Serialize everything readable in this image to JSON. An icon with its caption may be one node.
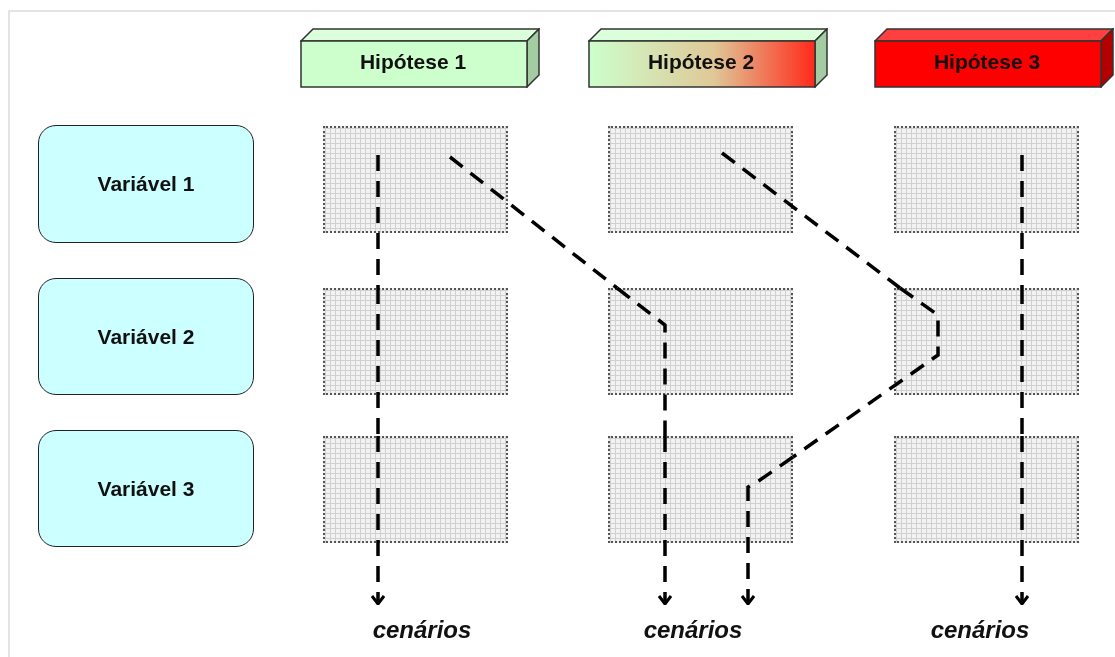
{
  "diagram": {
    "nodes": [
      {
        "text": [
          "Hipótese 1"
        ]
      },
      {
        "text": [
          "Hipótese 2"
        ]
      },
      {
        "text": [
          "Hipótese 3"
        ]
      },
      {
        "text": [
          "Variável 1"
        ]
      },
      {
        "text": [
          "Variável 2"
        ]
      },
      {
        "text": [
          "Variável 3"
        ]
      },
      {
        "text": [],
        "shape": "box"
      },
      {
        "text": [],
        "shape": "box"
      },
      {
        "text": [],
        "shape": "box"
      },
      {
        "text": [],
        "shape": "box"
      },
      {
        "text": [],
        "shape": "box"
      },
      {
        "text": [],
        "shape": "box"
      },
      {
        "text": [],
        "shape": "box"
      },
      {
        "text": [],
        "shape": "box"
      },
      {
        "text": [],
        "shape": "box"
      },
      {
        "text": [
          "cenários"
        ]
      },
      {
        "text": [
          "cenários"
        ]
      },
      {
        "text": [
          "cenários"
        ]
      }
    ],
    "edges": [
      {
        "from": 6,
        "to": 9,
        "arrow": "none",
        "style": "dashed"
      },
      {
        "from": 9,
        "to": 12,
        "arrow": "none",
        "style": "dashed"
      },
      {
        "from": 12,
        "to": 15,
        "arrow": "to",
        "style": "dashed"
      },
      {
        "from": 6,
        "to": 10,
        "arrow": "none",
        "style": "dashed"
      },
      {
        "from": 10,
        "to": 13,
        "arrow": "none",
        "style": "dashed"
      },
      {
        "from": 13,
        "to": 16,
        "arrow": "to",
        "style": "dashed"
      },
      {
        "from": 7,
        "to": 11,
        "arrow": "none",
        "style": "dashed"
      },
      {
        "from": 11,
        "to": 13,
        "arrow": "none",
        "style": "dashed"
      },
      {
        "from": 13,
        "to": 16,
        "arrow": "to",
        "style": "dashed"
      },
      {
        "from": 8,
        "to": 11,
        "arrow": "none",
        "style": "dashed"
      },
      {
        "from": 11,
        "to": 14,
        "arrow": "none",
        "style": "dashed"
      },
      {
        "from": 14,
        "to": 17,
        "arrow": "to",
        "style": "dashed"
      }
    ]
  }
}
